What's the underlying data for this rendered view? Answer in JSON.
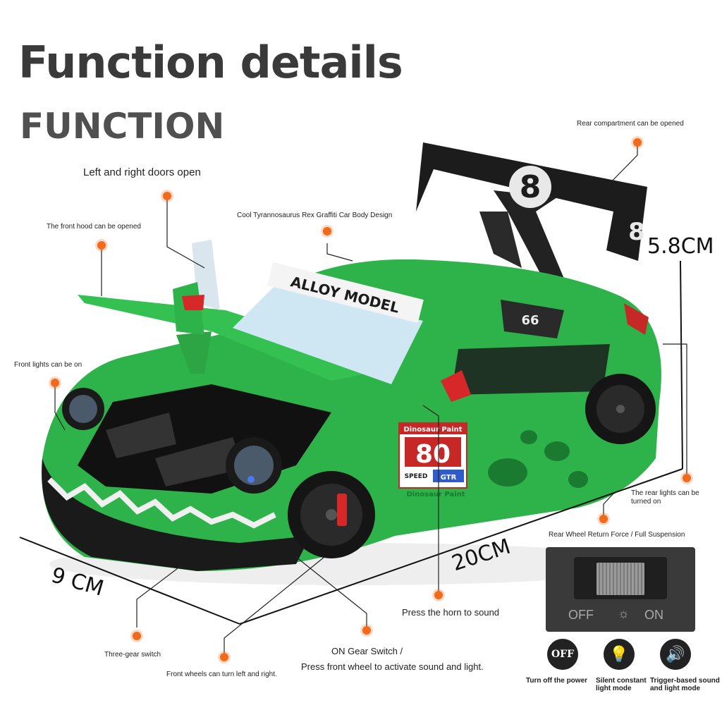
{
  "header": {
    "title": "Function details",
    "subtitle": "FUNCTION"
  },
  "callouts": {
    "doors": "Left and right doors open",
    "hood": "The front hood can be opened",
    "graffiti": "Cool Tyrannosaurus Rex Graffiti Car Body Design",
    "rear_compartment": "Rear compartment can be opened",
    "front_lights": "Front lights can be on",
    "rear_lights_1": "The rear lights can be",
    "rear_lights_2": "turned on",
    "rear_wheel": "Rear Wheel Return Force / Full Suspension",
    "horn": "Press the horn to sound",
    "gear_switch": "ON Gear Switch /",
    "press_front_wheel": "Press front wheel to activate sound and light.",
    "three_gear": "Three-gear switch",
    "front_wheels": "Front wheels can turn left and right."
  },
  "dimensions": {
    "height": "5.8CM",
    "length": "20CM",
    "width": "9 CM"
  },
  "car_text": {
    "windshield": "ALLOY MODEL",
    "door_top": "Dinosaur Paint",
    "number": "80",
    "speed": "SPEED",
    "gtr": "GTR",
    "door_bottom": "Dinosaur Paint",
    "window_number": "66",
    "wing_number": "8"
  },
  "switch": {
    "off": "OFF",
    "on": "ON"
  },
  "modes": [
    {
      "icon_text": "OFF",
      "label_1": "Turn off the power",
      "label_2": ""
    },
    {
      "icon_text": "",
      "label_1": "Silent constant",
      "label_2": "light mode"
    },
    {
      "icon_text": "",
      "label_1": "Trigger-based sound",
      "label_2": "and light mode"
    }
  ],
  "colors": {
    "accent_dot": "#f26a1b",
    "car_green": "#2db34a",
    "title_gray": "#3a3a3a"
  }
}
